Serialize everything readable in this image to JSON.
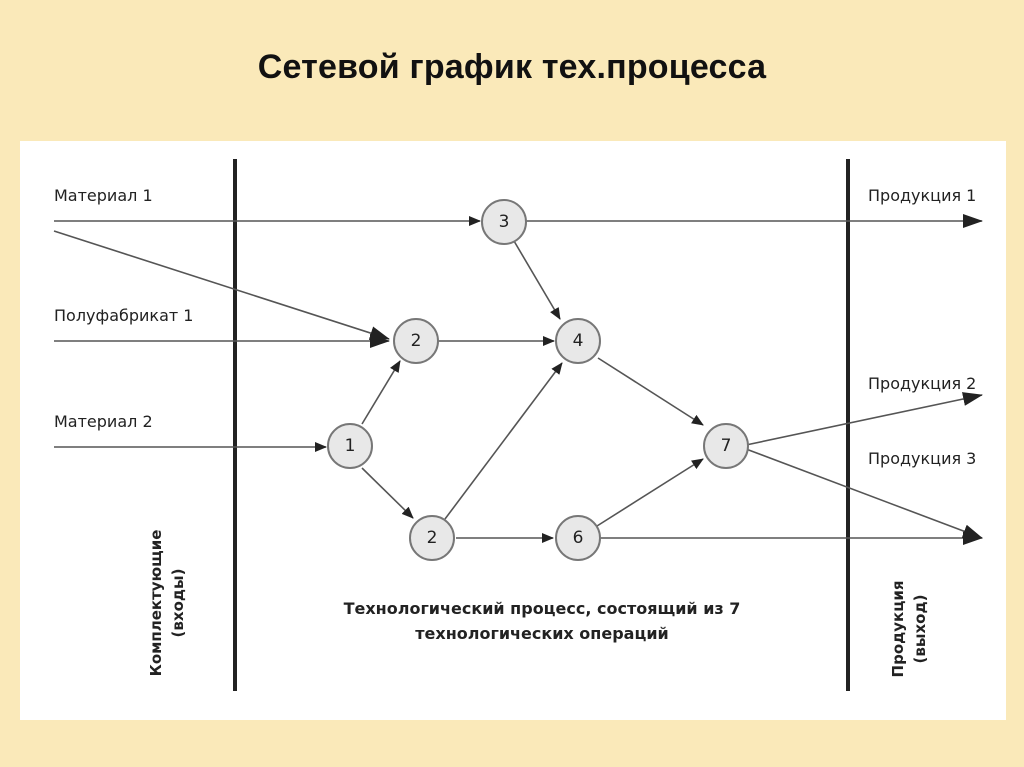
{
  "title": "Сетевой график тех.процесса",
  "inputs": {
    "material_1": "Материал 1",
    "semi_product_1": "Полуфабрикат 1",
    "material_2": "Материал 2"
  },
  "outputs": {
    "product_1": "Продукция 1",
    "product_2": "Продукция 2",
    "product_3": "Продукция 3"
  },
  "nodes": {
    "n3": "3",
    "n2_top": "2",
    "n4": "4",
    "n1": "1",
    "n7": "7",
    "n2_bottom": "2",
    "n6": "6"
  },
  "caption": {
    "line1": "Технологический процесс, состоящий из 7",
    "line2": "технологических операций"
  },
  "side_labels": {
    "left_line1": "Комплектующие",
    "left_line2": "(входы)",
    "right_line1": "Продукция",
    "right_line2": "(выход)"
  }
}
